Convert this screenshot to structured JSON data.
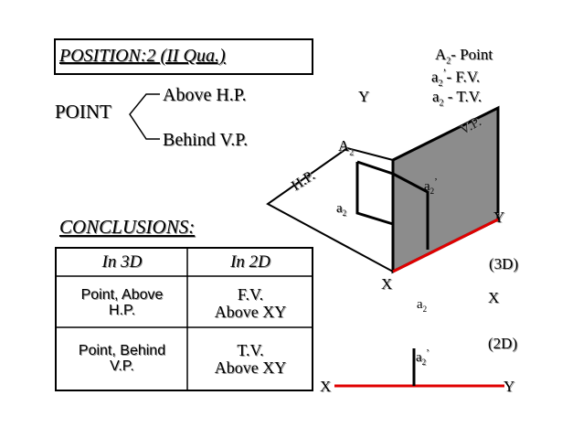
{
  "title": "POSITION:2 (II Qua.)",
  "point_tree": {
    "root": "POINT",
    "branches": [
      "Above H.P.",
      "Behind V.P."
    ]
  },
  "conclusions_heading": "CONCLUSIONS:",
  "table": {
    "headers": [
      "In 3D",
      "In 2D"
    ],
    "rows": [
      {
        "in_3d": [
          "Point, Above",
          "H.P."
        ],
        "in_2d": [
          "F.V.",
          "Above XY"
        ]
      },
      {
        "in_3d": [
          "Point, Behind",
          "V.P."
        ],
        "in_2d": [
          "T.V.",
          "Above XY"
        ]
      }
    ]
  },
  "legend": {
    "point": {
      "sym": "A",
      "sub": "2",
      "text": "- Point"
    },
    "fv": {
      "sym": "a",
      "sub": "2",
      "prime": "’",
      "text": "- F.V."
    },
    "tv": {
      "sym": "a",
      "sub": "2",
      "text": " - T.V."
    }
  },
  "diagram_3d": {
    "caption": "(3D)",
    "hp_label": "H.P.",
    "vp_label": "V.P.",
    "x_label": "X",
    "y_label": "Y",
    "y_top_label": "Y",
    "point_A": {
      "sym": "A",
      "sub": "2"
    },
    "tv_point": {
      "sym": "a",
      "sub": "2"
    },
    "fv_point": {
      "sym": "a",
      "sub": "2",
      "prime": "’"
    }
  },
  "diagram_2d": {
    "caption": "(2D)",
    "x_label": "X",
    "y_label": "Y",
    "top_x_label": "X",
    "tv_point": {
      "sym": "a",
      "sub": "2"
    },
    "fv_point": {
      "sym": "a",
      "sub": "2",
      "prime": "’"
    }
  },
  "colors": {
    "vp_fill": "#8c8c8c",
    "xy_line": "#e00000",
    "ink": "#000000"
  }
}
